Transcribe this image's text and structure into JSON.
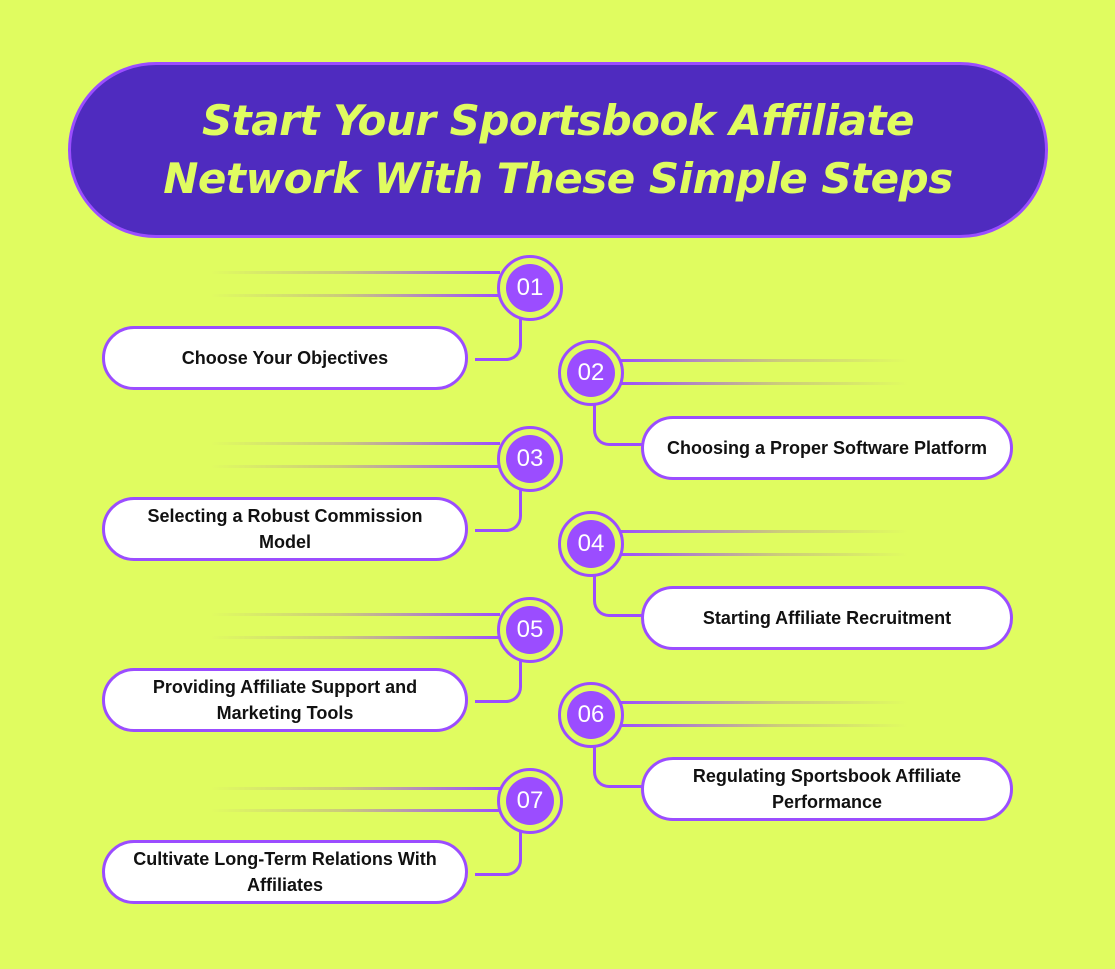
{
  "banner": {
    "line1": "Start Your Sportsbook Affiliate",
    "line2": "Network With These Simple Steps"
  },
  "colors": {
    "background": "#E0FC60",
    "banner_fill": "#4F2BBF",
    "accent_purple": "#9B4DFF",
    "card_fill": "#FFFFFF",
    "text_dark": "#111111"
  },
  "steps": [
    {
      "number": "01",
      "label": "Choose Your Objectives",
      "side": "left"
    },
    {
      "number": "02",
      "label": "Choosing a Proper Software Platform",
      "side": "right"
    },
    {
      "number": "03",
      "label": "Selecting a Robust Commission Model",
      "side": "left"
    },
    {
      "number": "04",
      "label": "Starting Affiliate Recruitment",
      "side": "right"
    },
    {
      "number": "05",
      "label": "Providing Affiliate Support and Marketing Tools",
      "side": "left"
    },
    {
      "number": "06",
      "label": "Regulating Sportsbook Affiliate Performance",
      "side": "right"
    },
    {
      "number": "07",
      "label": "Cultivate Long-Term Relations With Affiliates",
      "side": "left"
    }
  ]
}
